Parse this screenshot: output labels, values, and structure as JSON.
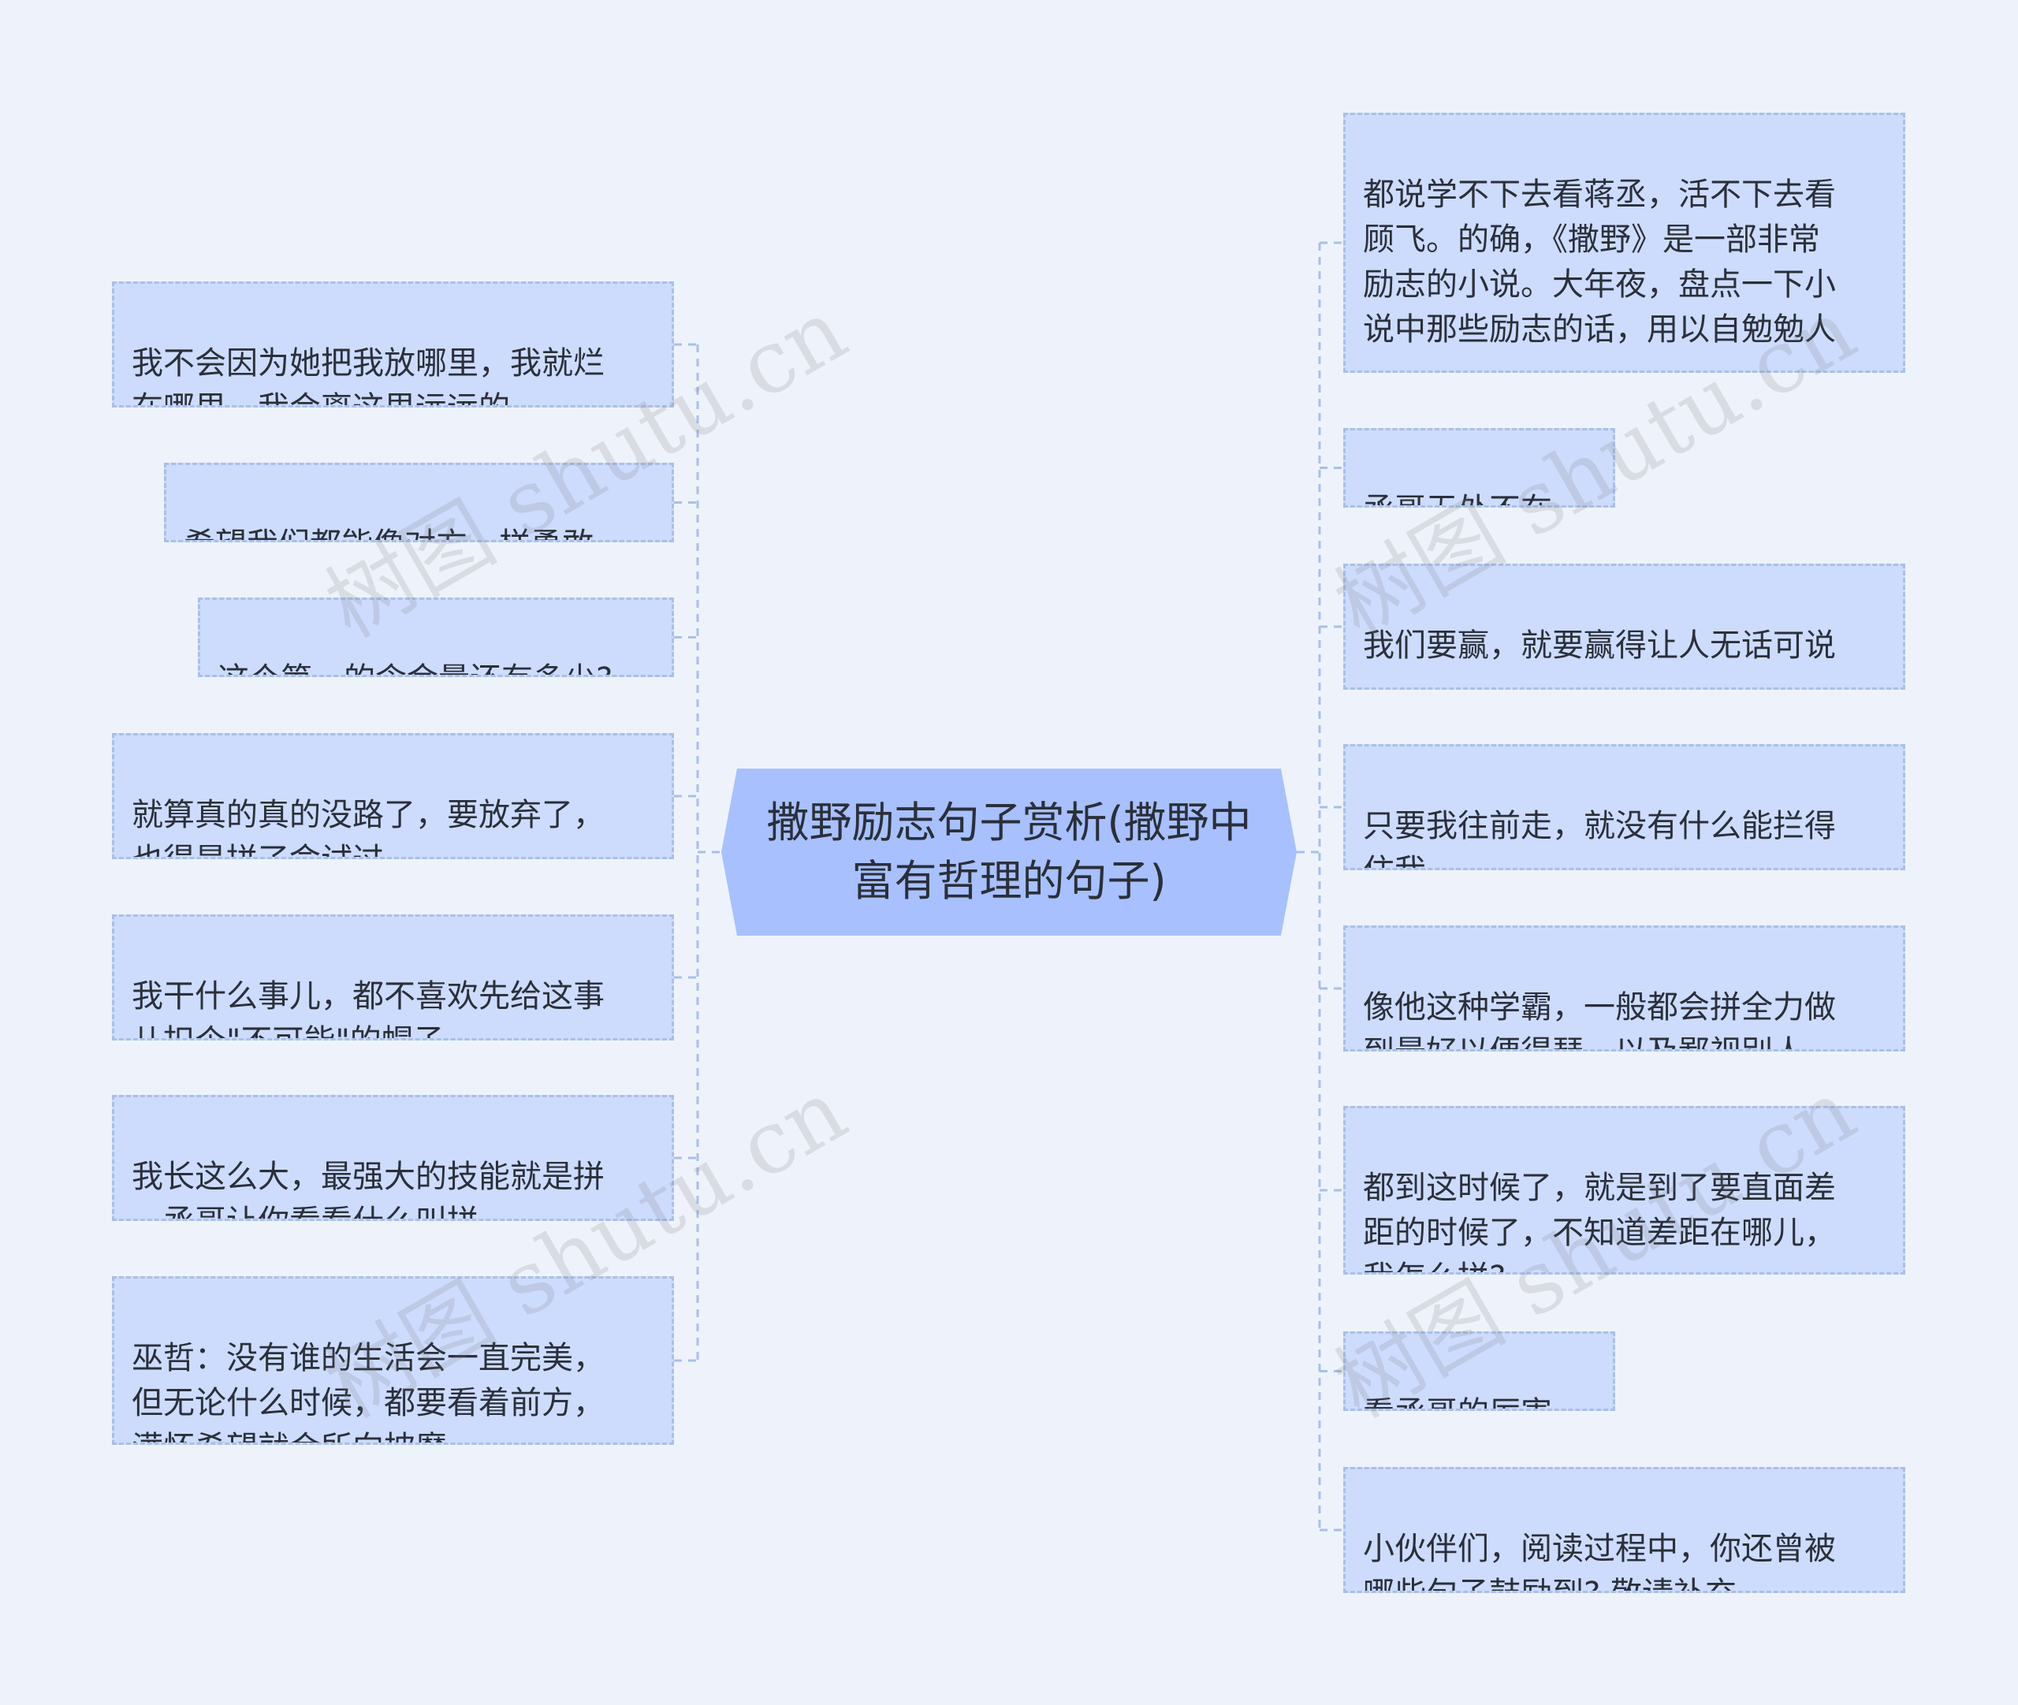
{
  "center": {
    "title": "撒野励志句子赏析(撒野中富有哲理的句子)"
  },
  "left_nodes": [
    {
      "text": "我不会因为她把我放哪里，我就烂\n在哪里，我会离这里远远的。"
    },
    {
      "text": "希望我们都能像对方一样勇敢。"
    },
    {
      "text": "这个第一的含金量还有多少?"
    },
    {
      "text": "就算真的真的没路了，要放弃了，\n也得是拼了命试过。"
    },
    {
      "text": "我干什么事儿，都不喜欢先给这事\n儿扣个\"不可能\"的帽子。"
    },
    {
      "text": "我长这么大，最强大的技能就是拼\n，丞哥让你看看什么叫拼。"
    },
    {
      "text": "巫哲：没有谁的生活会一直完美，\n但无论什么时候，都要看着前方，\n满怀希望就会所向披靡。"
    }
  ],
  "right_nodes": [
    {
      "text": "都说学不下去看蒋丞，活不下去看\n顾飞。的确，《撒野》是一部非常\n励志的小说。大年夜，盘点一下小\n说中那些励志的话，用以自勉勉人\n。"
    },
    {
      "text": "丞哥无处不在。"
    },
    {
      "text": "我们要赢，就要赢得让人无话可说\n。"
    },
    {
      "text": "只要我往前走，就没有什么能拦得\n住我。"
    },
    {
      "text": "像他这种学霸，一般都会拼全力做\n到最好以便得瑟，以及鄙视别人。"
    },
    {
      "text": "都到这时候了，就是到了要直面差\n距的时候了，不知道差距在哪儿，\n我怎么拼?"
    },
    {
      "text": "看丞哥的厉害。"
    },
    {
      "text": "小伙伴们，阅读过程中，你还曾被\n哪些句子鼓励到? 敬请补充。"
    }
  ],
  "watermark": {
    "text": "树图 shutu.cn"
  },
  "colors": {
    "background": "#eef3fb",
    "node_fill": "#cddcfd",
    "node_border": "#a9bfe8",
    "center_fill": "#a8c0fd",
    "connector": "#a9bfe8"
  }
}
